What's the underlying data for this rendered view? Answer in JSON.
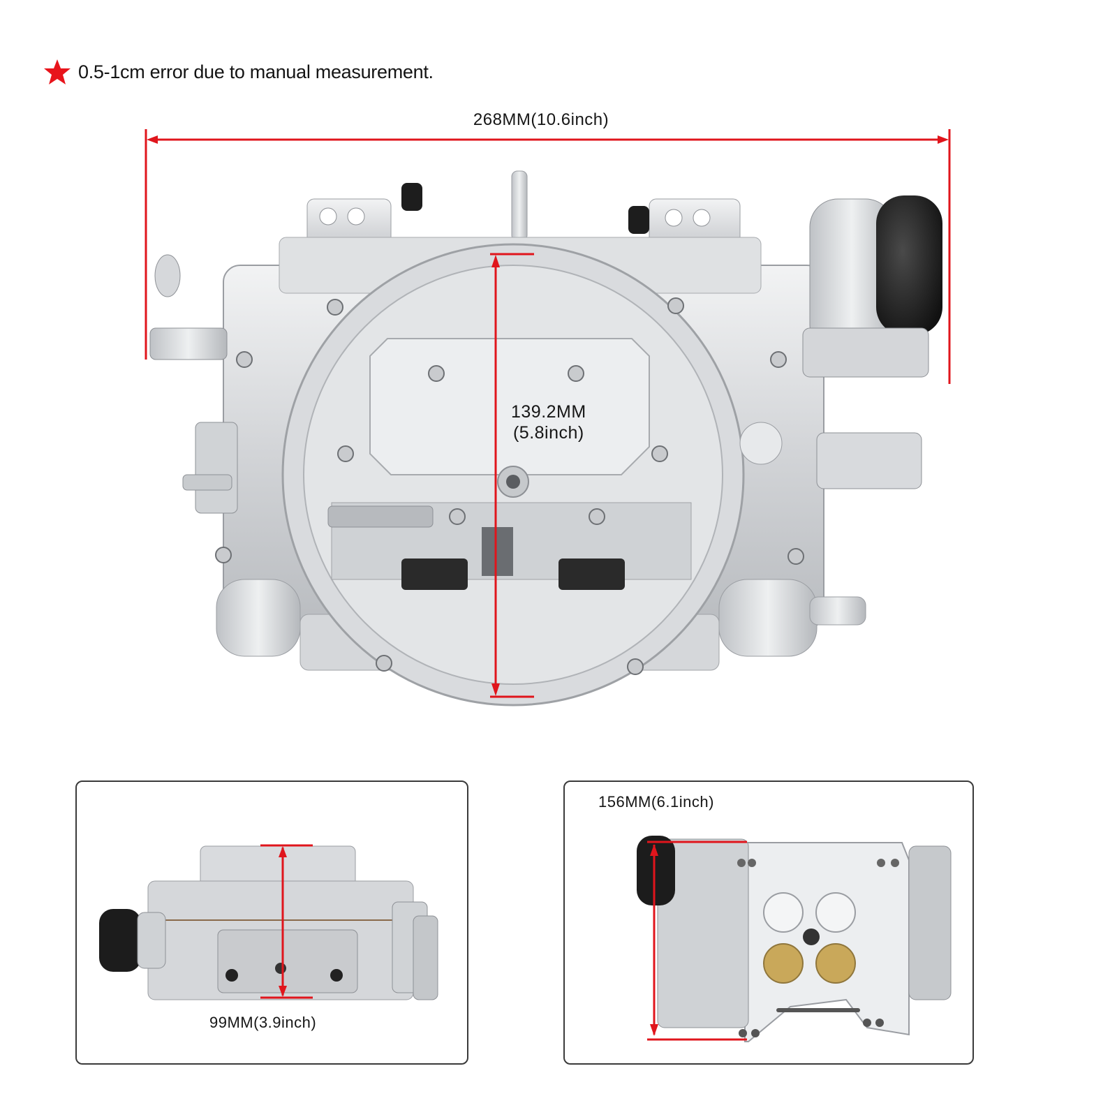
{
  "note": {
    "icon": "star-icon",
    "icon_color": "#e8141b",
    "text": "0.5-1cm error due to manual measurement."
  },
  "main_view": {
    "width_label": "268MM(10.6inch)",
    "height_label_mm": "139.2MM",
    "height_label_inch": "(5.8inch)",
    "measure_color": "#e0151c"
  },
  "inset_side": {
    "height_label": "99MM(3.9inch)"
  },
  "inset_bottom": {
    "height_label": "156MM(6.1inch)"
  },
  "colors": {
    "measure_line": "#e0151c",
    "metal_light": "#e9eaec",
    "metal_mid": "#c9cbce",
    "metal_dark": "#8d9095",
    "black_part": "#1c1c1c",
    "brass": "#c9a85a",
    "box_border": "#3a3a3a"
  }
}
